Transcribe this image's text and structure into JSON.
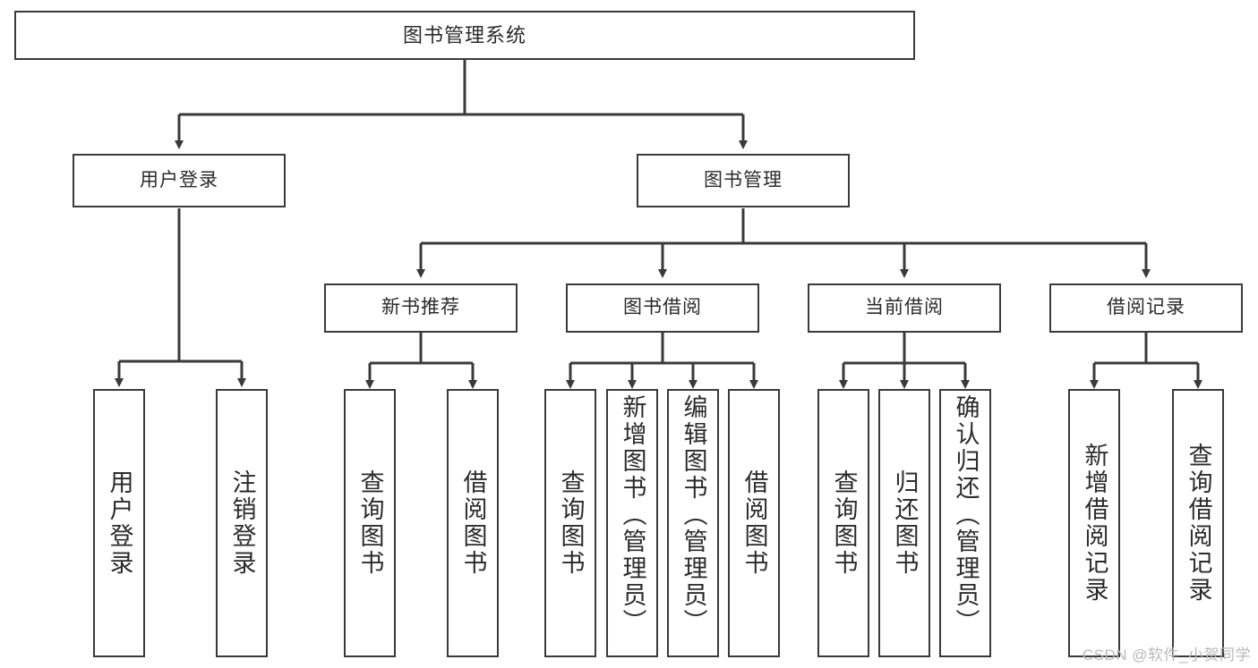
{
  "diagram": {
    "title": "图书管理系统",
    "type": "hierarchy-tree",
    "style": {
      "box_border_color": "#3a3a3a",
      "box_fill_color": "#ffffff",
      "connector_color": "#3a3a3a",
      "text_color": "#2b2b2b",
      "background": "#ffffff"
    },
    "root": {
      "label": "图书管理系统"
    },
    "level2": [
      {
        "label": "用户登录"
      },
      {
        "label": "图书管理"
      }
    ],
    "level3": [
      {
        "label": "新书推荐"
      },
      {
        "label": "图书借阅"
      },
      {
        "label": "当前借阅"
      },
      {
        "label": "借阅记录"
      }
    ],
    "leaves": {
      "user_login": [
        {
          "label": "用户登录"
        },
        {
          "label": "注销登录"
        }
      ],
      "new_book_recommend": [
        {
          "label": "查询图书"
        },
        {
          "label": "借阅图书"
        }
      ],
      "book_borrow": [
        {
          "label": "查询图书"
        },
        {
          "label": "新增图书（管理员）"
        },
        {
          "label": "编辑图书（管理员）"
        },
        {
          "label": "借阅图书"
        }
      ],
      "current_borrow": [
        {
          "label": "查询图书"
        },
        {
          "label": "归还图书"
        },
        {
          "label": "确认归还（管理员）"
        }
      ],
      "borrow_record": [
        {
          "label": "新增借阅记录"
        },
        {
          "label": "查询借阅记录"
        }
      ]
    }
  },
  "watermark": {
    "text": "CSDN @软件_小贺同学"
  }
}
